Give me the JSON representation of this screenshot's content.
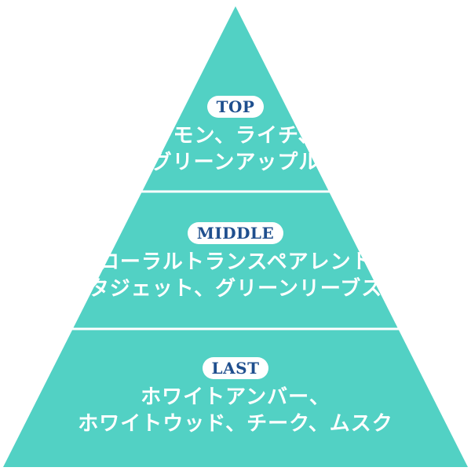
{
  "colors": {
    "pyramid": "#52d1c4",
    "divider": "#ffffff",
    "label_text": "#1f4f8e",
    "label_bg": "#ffffff",
    "notes_text": "#ffffff"
  },
  "tiers": [
    {
      "label": "TOP",
      "lines": [
        "レモン、ライチ、",
        "グリーンアップル"
      ]
    },
    {
      "label": "MIDDLE",
      "lines": [
        "フローラルトランスペアレント、",
        "タジェット、グリーンリーブス"
      ]
    },
    {
      "label": "LAST",
      "lines": [
        "ホワイトアンバー、",
        "ホワイトウッド、チーク、ムスク"
      ]
    }
  ]
}
